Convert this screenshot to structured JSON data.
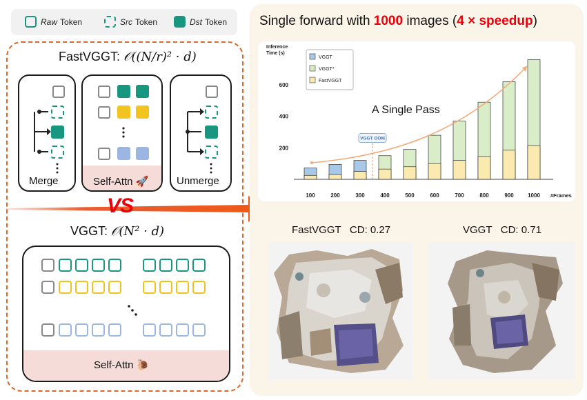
{
  "legend": {
    "items": [
      {
        "italic": "Raw",
        "rest": "Token",
        "style": "raw"
      },
      {
        "italic": "Src",
        "rest": "Token",
        "style": "src"
      },
      {
        "italic": "Dst",
        "rest": "Token",
        "style": "dst"
      }
    ]
  },
  "fastvggt": {
    "title": "FastVGGT:",
    "complexity": "𝒪((N/r)² · d)",
    "merge_label": "Merge",
    "attn_label": "Self-Attn",
    "attn_emoji": "🚀",
    "unmerge_label": "Unmerge"
  },
  "vs_label": "VS",
  "vggt": {
    "title": "VGGT:",
    "complexity": "𝒪(N² · d)",
    "attn_label": "Self-Attn",
    "attn_emoji": "🐌"
  },
  "headline": {
    "pre": "Single forward with ",
    "count": "1000",
    "mid": " images (",
    "speedup": "4 × speedup",
    "post": ")"
  },
  "colors": {
    "accent_red": "#e8000b",
    "teal": "#19967f",
    "yellow": "#f3c31f",
    "blue": "#9cb6e4",
    "orange": "#d9682a"
  },
  "chart_data": {
    "type": "bar",
    "ylabel": "Inference Time (s)",
    "xlabel": "#Frames",
    "categories": [
      "100",
      "200",
      "300",
      "400",
      "500",
      "600",
      "700",
      "800",
      "900",
      "1000"
    ],
    "ylim": [
      0,
      780
    ],
    "yticks": [
      200,
      400,
      600
    ],
    "series": [
      {
        "name": "VGGT",
        "color": "#a8c8e8",
        "values": [
          72,
          95,
          120,
          null,
          null,
          null,
          null,
          null,
          null,
          null
        ]
      },
      {
        "name": "VGGT*",
        "color": "#d9edc8",
        "values": [
          null,
          null,
          null,
          150,
          190,
          280,
          370,
          490,
          620,
          760
        ]
      },
      {
        "name": "FastVGGT",
        "color": "#fbeab0",
        "values": [
          25,
          30,
          50,
          65,
          80,
          100,
          120,
          145,
          185,
          215
        ]
      }
    ],
    "annotations": [
      "VGGT OOM",
      "A Single Pass"
    ],
    "legend_position": "top-left"
  },
  "results": {
    "fast_label": "FastVGGT   CD: 0.27",
    "vggt_label": "VGGT   CD: 0.71"
  }
}
